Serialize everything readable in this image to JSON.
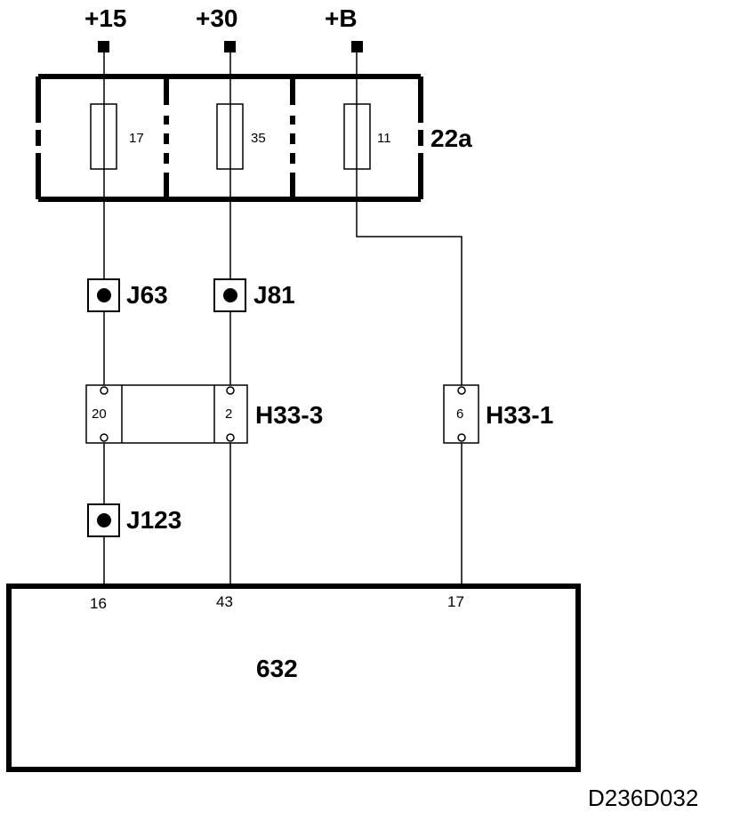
{
  "supplies": {
    "s15": "+15",
    "s30": "+30",
    "sB": "+B"
  },
  "fusebox": {
    "label": "22a",
    "fuses": {
      "f1": "17",
      "f2": "35",
      "f3": "11"
    }
  },
  "junctions": {
    "j63": "J63",
    "j81": "J81",
    "j123": "J123"
  },
  "connectors": {
    "h33_3": {
      "label": "H33-3",
      "pin_a": "20",
      "pin_b": "2"
    },
    "h33_1": {
      "label": "H33-1",
      "pin": "6"
    }
  },
  "module": {
    "label": "632",
    "pins": {
      "p1": "16",
      "p2": "43",
      "p3": "17"
    }
  },
  "drawing_code": "D236D032"
}
